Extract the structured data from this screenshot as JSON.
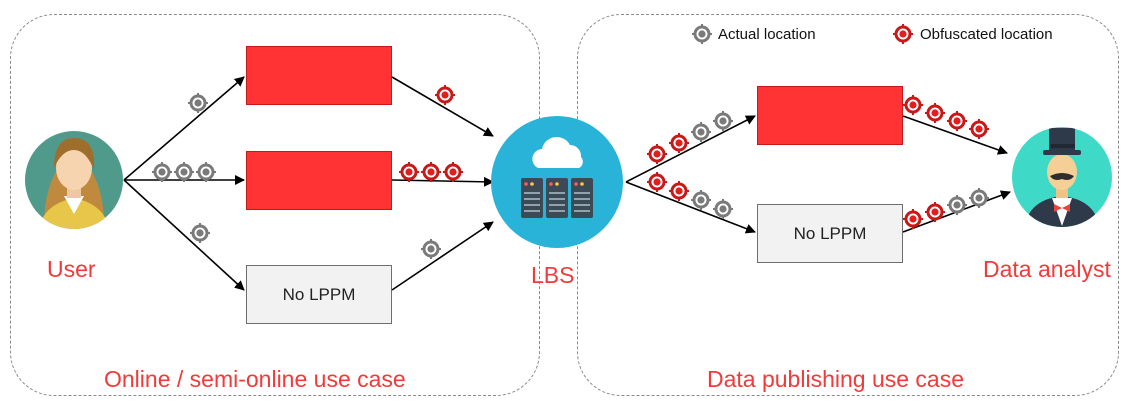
{
  "legend": {
    "actual_label": "Actual location",
    "obfuscated_label": "Obfuscated location"
  },
  "actors": {
    "user_label": "User",
    "lbs_label": "LBS",
    "analyst_label": "Data analyst"
  },
  "boxes": {
    "no_lppm_left": "No LPPM",
    "no_lppm_right": "No LPPM"
  },
  "panels": {
    "left_caption": "Online / semi-online use case",
    "right_caption": "Data publishing use case"
  },
  "colors": {
    "accent_red": "#f23a3a",
    "lppm_fill": "#ff3333",
    "lbs_circle": "#2ab3d9",
    "analyst_circle": "#3fd9c8",
    "user_circle": "#4f9a8a",
    "actual_marker": "#808080",
    "obfuscated_marker": "#c81818"
  },
  "icons": {
    "user": "user-avatar-icon",
    "lbs": "server-cloud-icon",
    "analyst": "top-hat-analyst-icon",
    "actual": "location-pin-gray-icon",
    "obfuscated": "location-pin-red-icon"
  }
}
